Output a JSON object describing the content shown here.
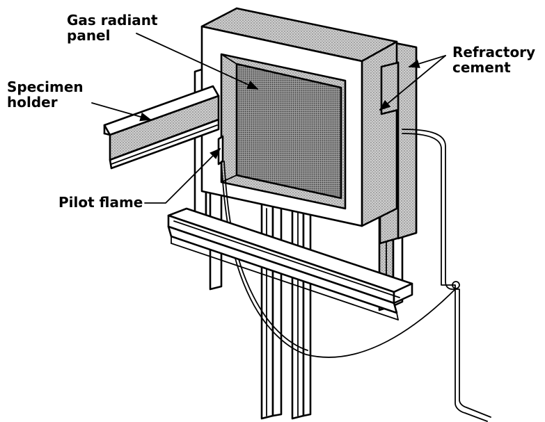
{
  "labels": {
    "gas_radiant_panel_line1": "Gas radiant",
    "gas_radiant_panel_line2": "panel",
    "refractory_cement_line1": "Refractory",
    "refractory_cement_line2": "cement",
    "specimen_holder_line1": "Specimen",
    "specimen_holder_line2": "holder",
    "pilot_flame": "Pilot flame"
  },
  "colors": {
    "ink": "#000000",
    "paper": "#ffffff",
    "cement_stipple": "#b8b8b8",
    "panel_mesh": "#707070"
  }
}
